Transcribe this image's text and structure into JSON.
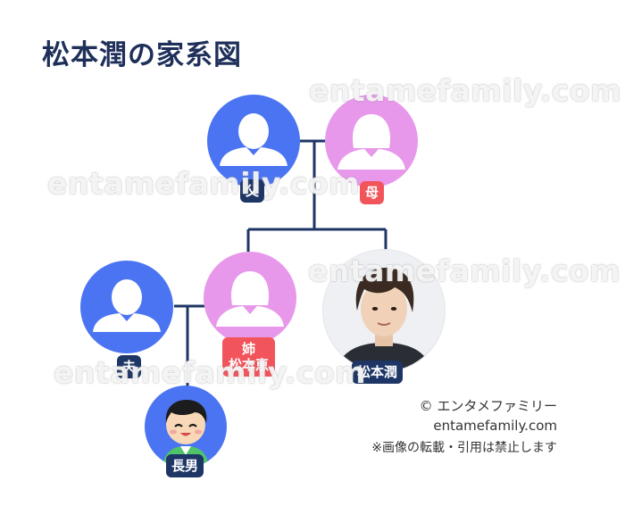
{
  "title": "松本潤の家系図",
  "watermark": "entamefamily.com",
  "nodes": {
    "father": {
      "label": "父"
    },
    "mother": {
      "label": "母"
    },
    "husband": {
      "label": "夫"
    },
    "sister": {
      "relation": "姉",
      "name": "松本恵"
    },
    "jun": {
      "label": "松本潤"
    },
    "son": {
      "label": "長男"
    }
  },
  "credit": {
    "line1": "© エンタメファミリー",
    "line2": "entamefamily.com",
    "line3": "※画像の転載・引用は禁止します"
  },
  "colors": {
    "male": "#4b74f2",
    "female": "#e798eb",
    "label_navy": "#1e3666",
    "label_red": "#f2545b",
    "line": "#1e3666"
  },
  "icons": {
    "male": "person-silhouette-icon",
    "female": "person-silhouette-icon",
    "son": "child-illustration-icon"
  }
}
